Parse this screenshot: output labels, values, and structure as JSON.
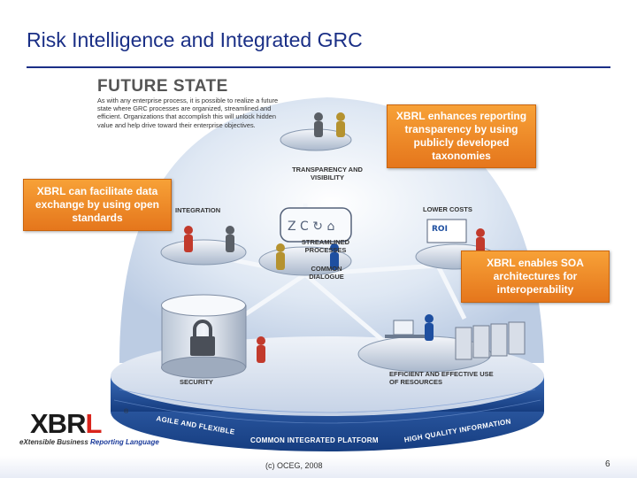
{
  "header": {
    "title": "Risk Intelligence and Integrated GRC"
  },
  "future_state": {
    "heading": "FUTURE STATE",
    "body": "As with any enterprise process, it is possible to realize a future state where GRC processes are organized, streamlined and efficient. Organizations that accomplish this will unlock hidden value and help drive toward their enterprise objectives."
  },
  "callouts": {
    "transparency": "XBRL enhances reporting transparency by using publicly developed taxonomies",
    "exchange": "XBRL can facilitate data exchange by using open standards",
    "soa": "XBRL enables SOA architectures for interoperability"
  },
  "diagram_labels": {
    "transparency": "TRANSPARENCY AND VISIBILITY",
    "integration": "INTEGRATION",
    "lower_costs": "LOWER COSTS",
    "streamlined": "STREAMLINED PROCESSES",
    "dialogue": "COMMON DIALOGUE",
    "security": "SECURITY",
    "efficient": "EFFICIENT AND EFFECTIVE USE OF RESOURCES",
    "roi": "ROI"
  },
  "platform_labels": {
    "agile": "AGILE AND FLEXIBLE",
    "common": "COMMON INTEGRATED PLATFORM",
    "quality": "HIGH QUALITY INFORMATION"
  },
  "logo": {
    "word_main": "XBR",
    "word_accent": "L",
    "registered": "®",
    "tagline_part1": "eXtensible Business ",
    "tagline_part2": "Reporting Language"
  },
  "footer": {
    "copyright": "(c) OCEG, 2008",
    "page_number": "6"
  },
  "colors": {
    "title": "#1a2f86",
    "callout": "#f08a2a",
    "platform": "#1e4fa0",
    "dome": "#c8d6ea"
  }
}
